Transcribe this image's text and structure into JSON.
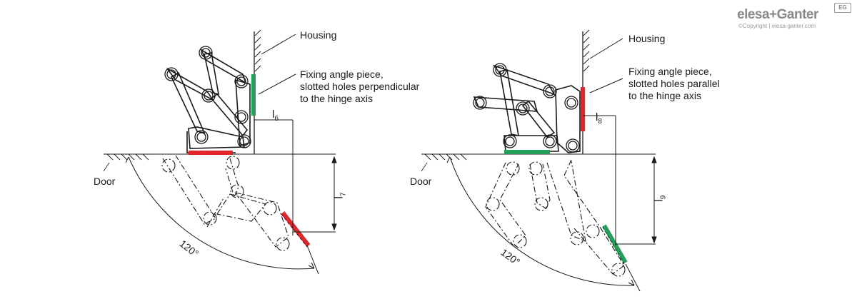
{
  "brand": {
    "logo_text": "elesa+Ganter",
    "copyright": "©Copyright | elesa-ganter.com",
    "badge": "EG"
  },
  "left_figure": {
    "housing_label": "Housing",
    "fixing_label_line1": "Fixing angle piece,",
    "fixing_label_line2": "slotted holes perpendicular",
    "fixing_label_line3": "to the hinge axis",
    "door_label": "Door",
    "angle_label": "120°",
    "dim_horizontal": "l",
    "dim_horizontal_sub": "6",
    "dim_vertical": "l",
    "dim_vertical_sub": "7",
    "highlight_color": "#e0252b"
  },
  "right_figure": {
    "housing_label": "Housing",
    "fixing_label_line1": "Fixing angle piece,",
    "fixing_label_line2": "slotted holes parallel",
    "fixing_label_line3": "to the hinge axis",
    "door_label": "Door",
    "angle_label": "120°",
    "dim_horizontal": "l",
    "dim_horizontal_sub": "8",
    "dim_vertical": "l",
    "dim_vertical_sub": "9",
    "highlight_color": "#22a05a"
  },
  "colors": {
    "red": "#e0252b",
    "green": "#22a05a",
    "line": "#1a1a1a"
  }
}
